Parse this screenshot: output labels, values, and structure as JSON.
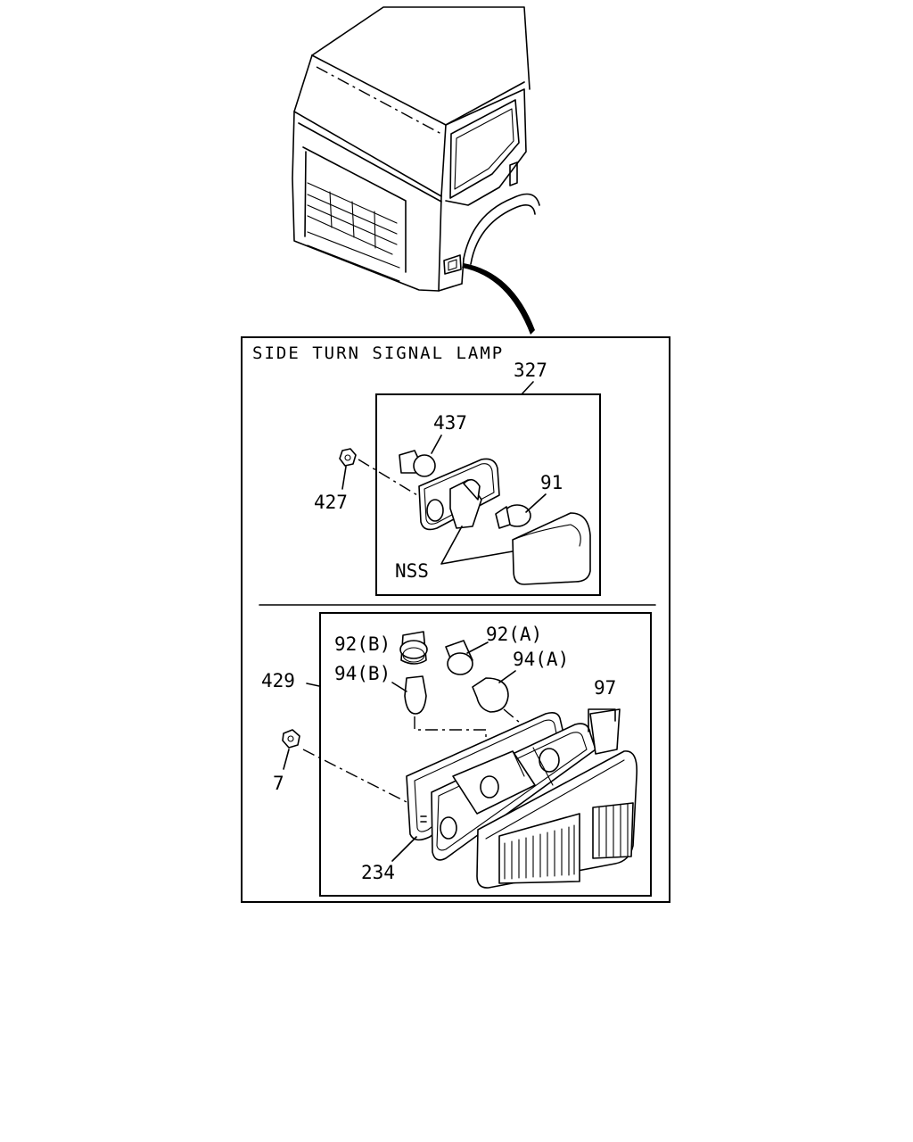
{
  "title": "SIDE TURN SIGNAL LAMP",
  "parts": {
    "p327": "327",
    "p437": "437",
    "p427": "427",
    "p91": "91",
    "nss": "NSS",
    "p92b": "92(B)",
    "p92a": "92(A)",
    "p94b": "94(B)",
    "p94a": "94(A)",
    "p97": "97",
    "p429": "429",
    "p7": "7",
    "p234": "234"
  }
}
